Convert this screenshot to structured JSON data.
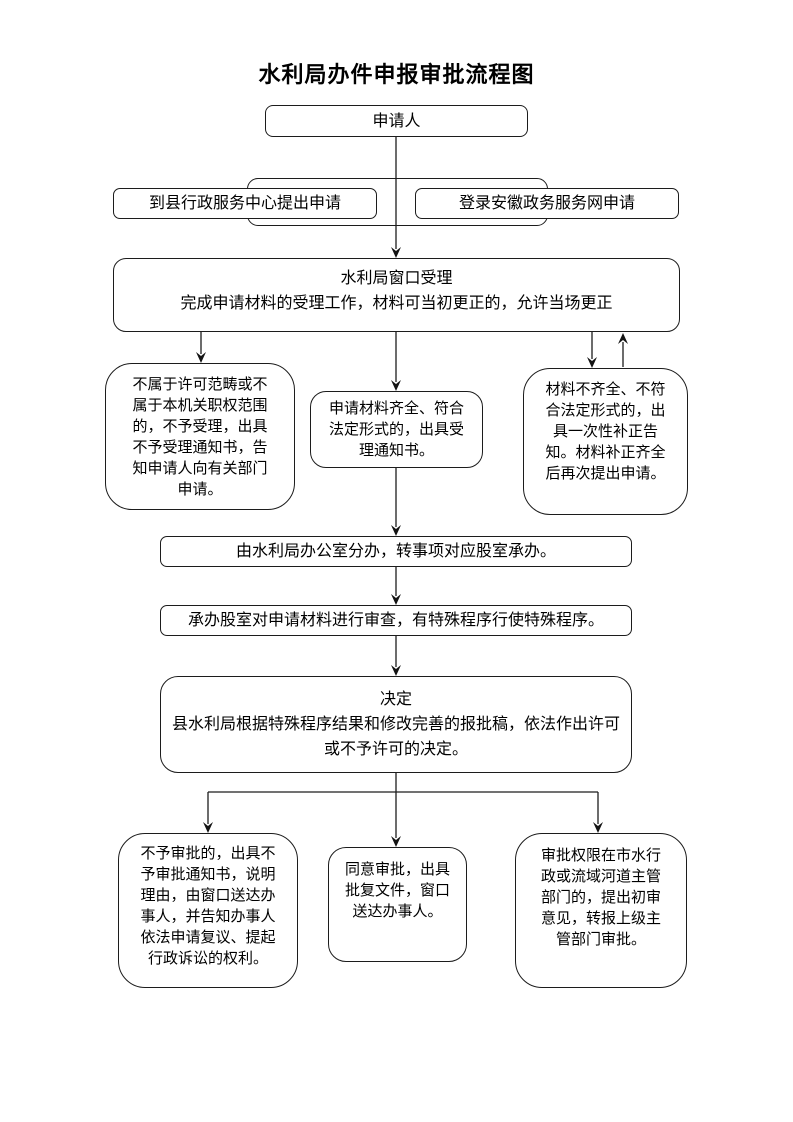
{
  "page": {
    "title": "水利局办件申报审批流程图"
  },
  "colors": {
    "background": "#ffffff",
    "stroke": "#1c1c1c",
    "text": "#000000"
  },
  "flowchart": {
    "nodes": {
      "applicant": {
        "label": "申请人"
      },
      "apply_center": {
        "label": "到县行政服务中心提出申请"
      },
      "apply_online": {
        "label": "登录安徽政务服务网申请"
      },
      "window_accept": {
        "title": "水利局窗口受理",
        "desc": "完成申请材料的受理工作，材料可当初更正的，允许当场更正"
      },
      "reject_accept": {
        "label": "不属于许可范畴或不属于本机关职权范围的，不予受理，出具不予受理通知书，告知申请人向有关部门申请。"
      },
      "accept_ok": {
        "label": "申请材料齐全、符合法定形式的，出具受理通知书。"
      },
      "supplement": {
        "label": "材料不齐全、不符合法定形式的，出具一次性补正告知。材料补正齐全后再次提出申请。"
      },
      "dispatch": {
        "label": "由水利局办公室分办，转事项对应股室承办。"
      },
      "review": {
        "label": "承办股室对申请材料进行审查，有特殊程序行使特殊程序。"
      },
      "decision": {
        "title": "决定",
        "desc": "县水利局根据特殊程序结果和修改完善的报批稿，依法作出许可或不予许可的决定。"
      },
      "deny": {
        "label": "不予审批的，出具不予审批通知书，说明理由，由窗口送达办事人，并告知办事人依法申请复议、提起行政诉讼的权利。"
      },
      "approve": {
        "label": "同意审批，出具批复文件，窗口送达办事人。"
      },
      "escalate": {
        "label": "审批权限在市水行政或流域河道主管部门的，提出初审意见，转报上级主管部门审批。"
      }
    }
  }
}
